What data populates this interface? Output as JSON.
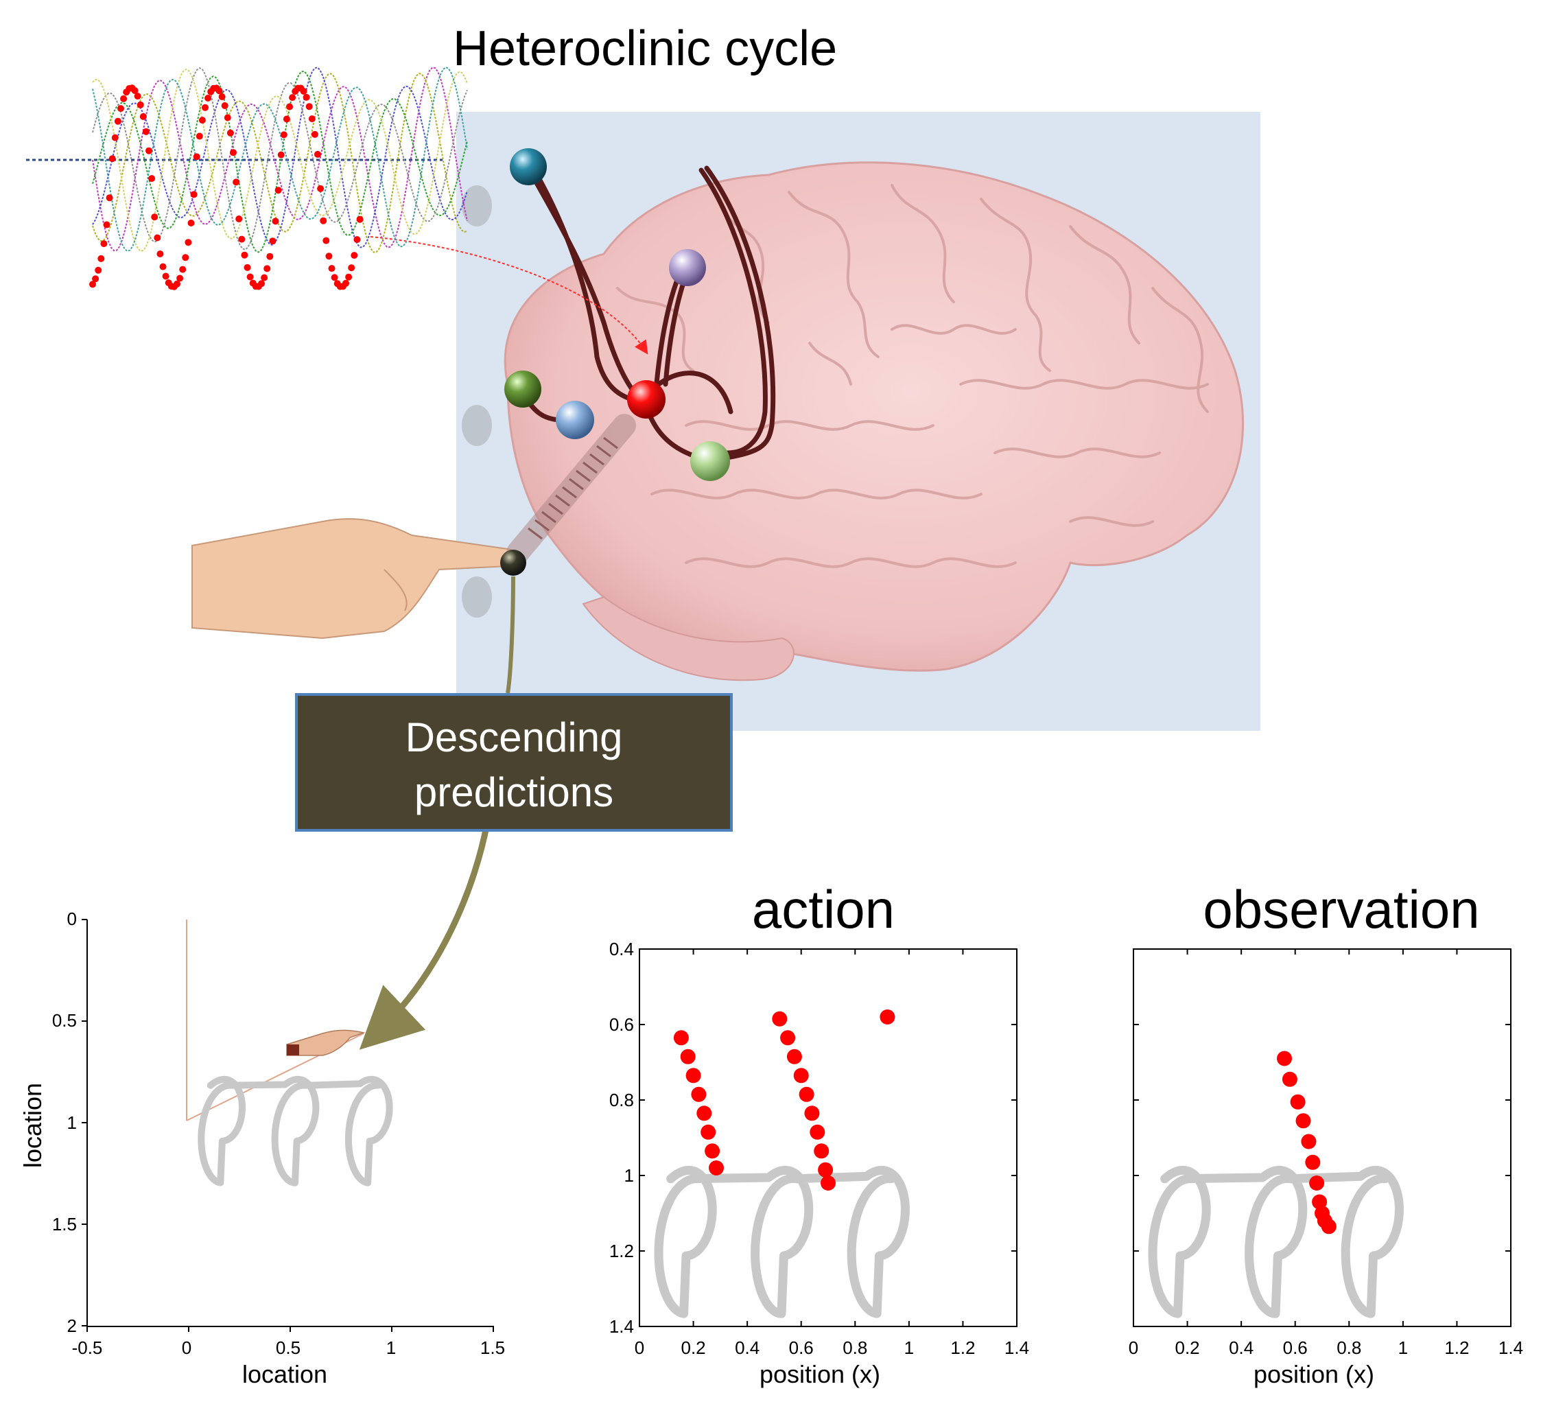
{
  "title": "Heteroclinic cycle",
  "descending_box": {
    "line1": "Descending",
    "line2": "predictions"
  },
  "panel_location": {
    "xlabel": "location",
    "ylabel": "location",
    "x_ticks": [
      "-0.5",
      "0",
      "0.5",
      "1",
      "1.5"
    ],
    "y_ticks": [
      "0",
      "0.5",
      "1",
      "1.5",
      "2"
    ]
  },
  "panel_action": {
    "title": "action",
    "xlabel": "position (x)",
    "x_ticks": [
      "0",
      "0.2",
      "0.4",
      "0.6",
      "0.8",
      "1",
      "1.2",
      "1.4"
    ],
    "y_ticks": [
      "0.4",
      "0.6",
      "0.8",
      "1",
      "1.2",
      "1.4"
    ]
  },
  "panel_observation": {
    "title": "observation",
    "xlabel": "position (x)",
    "x_ticks": [
      "0",
      "0.2",
      "0.4",
      "0.6",
      "0.8",
      "1",
      "1.2",
      "1.4"
    ]
  },
  "colors": {
    "brain": "#f3c9c9",
    "backdrop": "#dbe5f1",
    "box_fill": "#4a4330",
    "box_border": "#4f81bd",
    "trajectory": "#c8c8c8",
    "dots": "#ff0000",
    "connections": "#5a1a1a",
    "arrow": "#8a8450"
  },
  "nodes": [
    {
      "name": "teal-node",
      "color": "#2a8aa8"
    },
    {
      "name": "lavender-node",
      "color": "#b9a9d8"
    },
    {
      "name": "green-node",
      "color": "#6a9a3a"
    },
    {
      "name": "blue-node",
      "color": "#8fb4e0"
    },
    {
      "name": "red-node",
      "color": "#ff1010"
    },
    {
      "name": "lightgreen-node",
      "color": "#b7dc99"
    },
    {
      "name": "dark-node",
      "color": "#3a3a2a"
    }
  ],
  "icons": [
    "brain-icon",
    "hand-icon",
    "spring-icon"
  ]
}
